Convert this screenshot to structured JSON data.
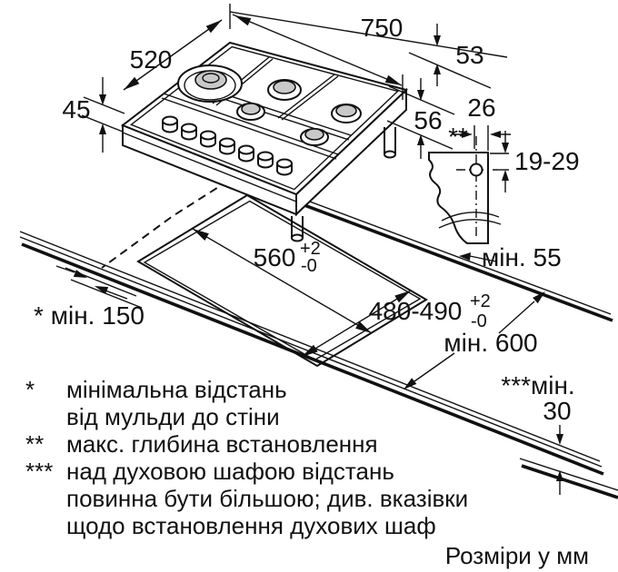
{
  "dimensions": {
    "hob": {
      "width": "750",
      "depth": "520",
      "height": "45",
      "edge_offset": "53",
      "body_depth": "56"
    },
    "bracket": {
      "width": "26",
      "marker": "**",
      "hole_range": "19-29"
    },
    "cutout": {
      "width": "560",
      "tol_plus": "+2",
      "tol_minus": "-0",
      "depth": "480-490"
    },
    "clearances": {
      "wall_min": "мін. 55",
      "side_min": "* мін. 150",
      "worktop_min": "мін. 600",
      "oven_marker": "***мін.",
      "oven_value": "30"
    }
  },
  "footnotes": {
    "f1": {
      "marker": "*",
      "line1": "мінімальна відстань",
      "line2": "від мульди до стіни"
    },
    "f2": {
      "marker": "**",
      "line1": "макс. глибина встановлення"
    },
    "f3": {
      "marker": "***",
      "line1": "над духовою шафою відстань",
      "line2": "повинна бути більшою; див. вказівки",
      "line3": "щодо встановлення духових шаф"
    }
  },
  "units_note": "Розміри у мм"
}
